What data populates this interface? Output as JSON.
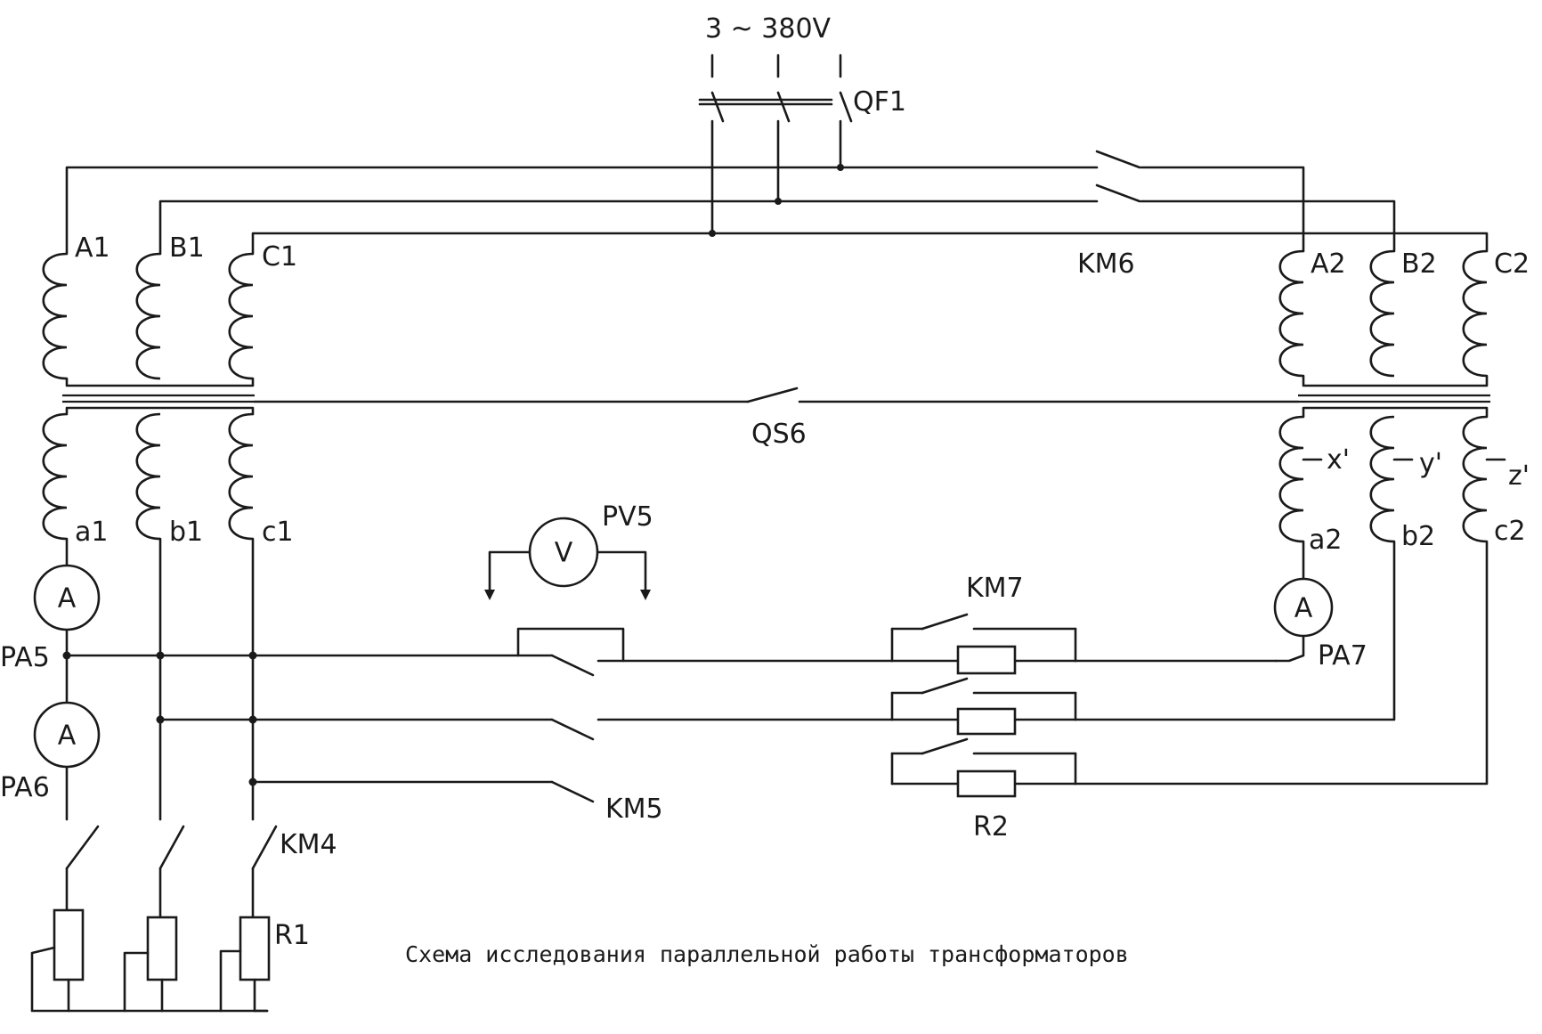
{
  "supply": {
    "label": "3 ~ 380V"
  },
  "breaker": {
    "label": "QF1"
  },
  "contactors": {
    "km4": "KM4",
    "km5": "KM5",
    "km6": "KM6",
    "km7": "KM7"
  },
  "switch": {
    "qs6": "QS6"
  },
  "transformer1": {
    "primary": [
      "A1",
      "B1",
      "C1"
    ],
    "secondary": [
      "a1",
      "b1",
      "c1"
    ]
  },
  "transformer2": {
    "primary": [
      "A2",
      "B2",
      "C2"
    ],
    "taps": [
      "x'",
      "y'",
      "z'"
    ],
    "secondary": [
      "a2",
      "b2",
      "c2"
    ]
  },
  "meters": {
    "ammeter_symbol": "A",
    "voltmeter_symbol": "V",
    "pa5": "PA5",
    "pa6": "PA6",
    "pa7": "PA7",
    "pv5": "PV5"
  },
  "resistors": {
    "r1": "R1",
    "r2": "R2"
  },
  "caption": "Схема исследования параллельной работы трансформаторов"
}
